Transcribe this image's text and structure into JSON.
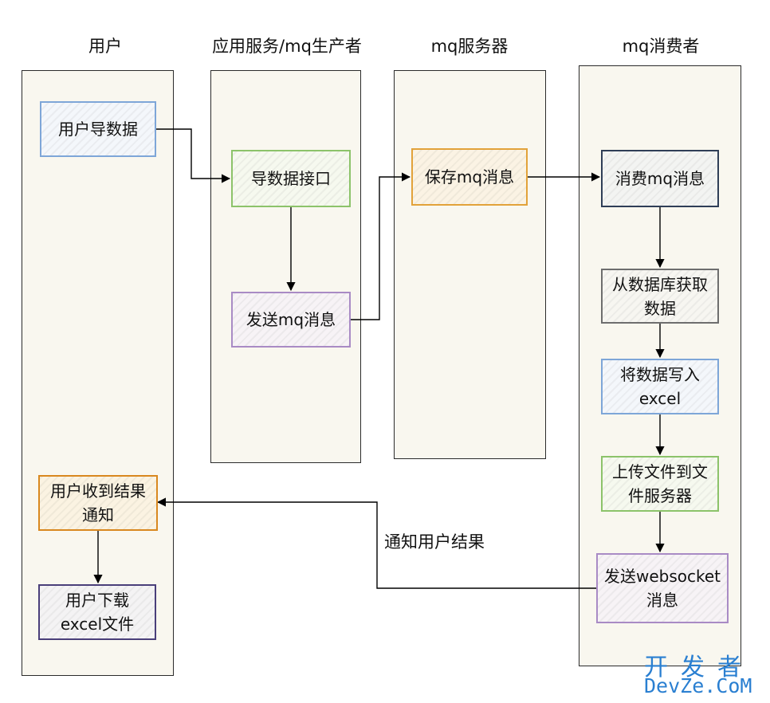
{
  "lanes": {
    "user": "用户",
    "producer": "应用服务/mq生产者",
    "server": "mq服务器",
    "consumer": "mq消费者"
  },
  "nodes": {
    "user_export": [
      "用户导数据"
    ],
    "export_api": [
      "导数据接口"
    ],
    "send_mq": [
      "发送mq消息"
    ],
    "save_mq": [
      "保存mq消息"
    ],
    "consume_mq": [
      "消费mq消息"
    ],
    "fetch_db": [
      "从数据库获取",
      "数据"
    ],
    "write_excel": [
      "将数据写入",
      "excel"
    ],
    "upload_file": [
      "上传文件到文",
      "件服务器"
    ],
    "send_ws": [
      "发送websocket",
      "消息"
    ],
    "user_notify": [
      "用户收到结果",
      "通知"
    ],
    "user_download": [
      "用户下载",
      "excel文件"
    ]
  },
  "edges": {
    "notify_label": "通知用户结果"
  },
  "watermark": {
    "cn": "开发者",
    "en": "DevZe.CoM"
  }
}
